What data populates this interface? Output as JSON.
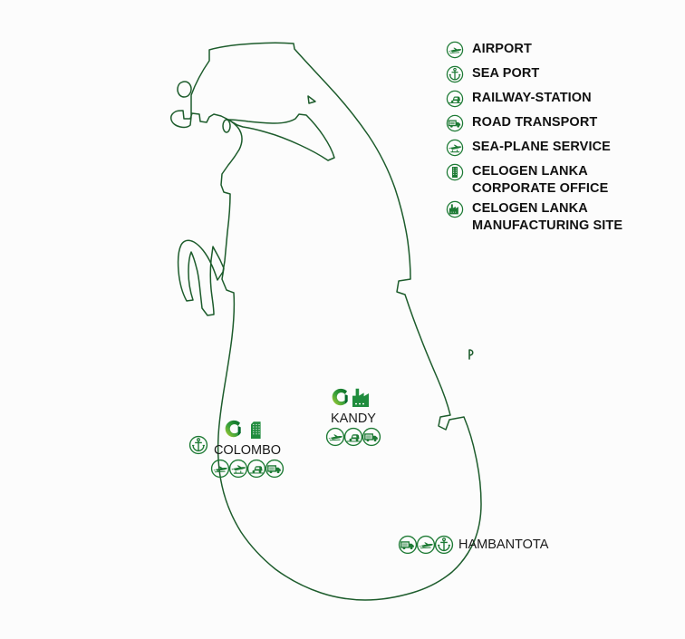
{
  "colors": {
    "background": "#fcfcfc",
    "map_outline": "#1d5c2c",
    "icon_green": "#1d7a34",
    "logo_dark_green": "#0f7a2e",
    "logo_light_green": "#8cc63f",
    "legend_text": "#111111",
    "city_text": "#1a1a1a"
  },
  "legend": {
    "items": [
      {
        "icon": "airport-icon",
        "label": "AIRPORT"
      },
      {
        "icon": "sea-port-icon",
        "label": "SEA PORT"
      },
      {
        "icon": "railway-station-icon",
        "label": "RAILWAY-STATION"
      },
      {
        "icon": "road-transport-icon",
        "label": "ROAD TRANSPORT"
      },
      {
        "icon": "sea-plane-service-icon",
        "label": "SEA-PLANE SERVICE"
      },
      {
        "icon": "corporate-office-icon",
        "label": "CELOGEN LANKA\nCORPORATE OFFICE"
      },
      {
        "icon": "manufacturing-site-icon",
        "label": "CELOGEN LANKA\nMANUFACTURING SITE"
      }
    ]
  },
  "map": {
    "region_name": "Sri Lanka",
    "cities": [
      {
        "name": "COLOMBO",
        "marker_type": "corporate-office",
        "facilities": [
          "airport-icon",
          "sea-plane-service-icon",
          "railway-station-icon",
          "road-transport-icon"
        ],
        "offshore_facility": "sea-port-icon"
      },
      {
        "name": "KANDY",
        "marker_type": "manufacturing-site",
        "facilities": [
          "airport-icon",
          "railway-station-icon",
          "road-transport-icon"
        ],
        "offshore_facility": null
      },
      {
        "name": "HAMBANTOTA",
        "marker_type": "none",
        "facilities": [
          "road-transport-icon",
          "airport-icon",
          "sea-port-icon"
        ],
        "offshore_facility": null
      }
    ]
  }
}
